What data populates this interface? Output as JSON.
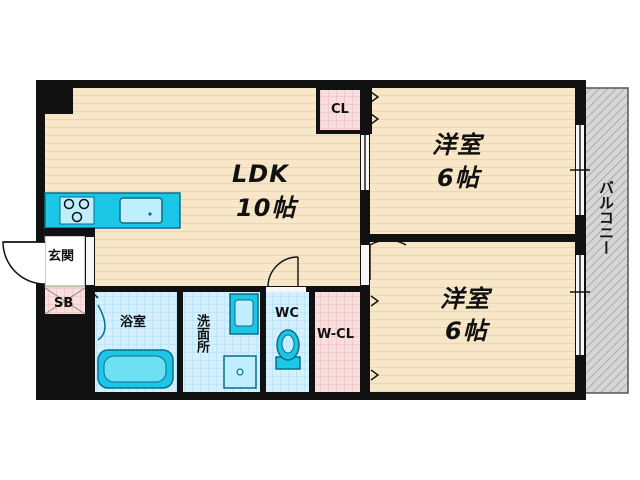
{
  "rooms": {
    "ldk": {
      "name": "LDK",
      "size": "10帖"
    },
    "western1": {
      "name": "洋室",
      "size": "6帖"
    },
    "western2": {
      "name": "洋室",
      "size": "6帖"
    },
    "closet": "CL",
    "walkin": "W-CL",
    "entrance": "玄関",
    "shoebox": "SB",
    "bath": "浴室",
    "washroom": "洗面所",
    "toilet": "WC",
    "balcony": "バルコニー"
  },
  "colors": {
    "wall": "#111111",
    "floor": "#f7e6c8",
    "tile": "#cfeeff",
    "closet": "#f7d3d3",
    "balcony": "#d0d0d0",
    "fixture": "#1cc6e6"
  }
}
